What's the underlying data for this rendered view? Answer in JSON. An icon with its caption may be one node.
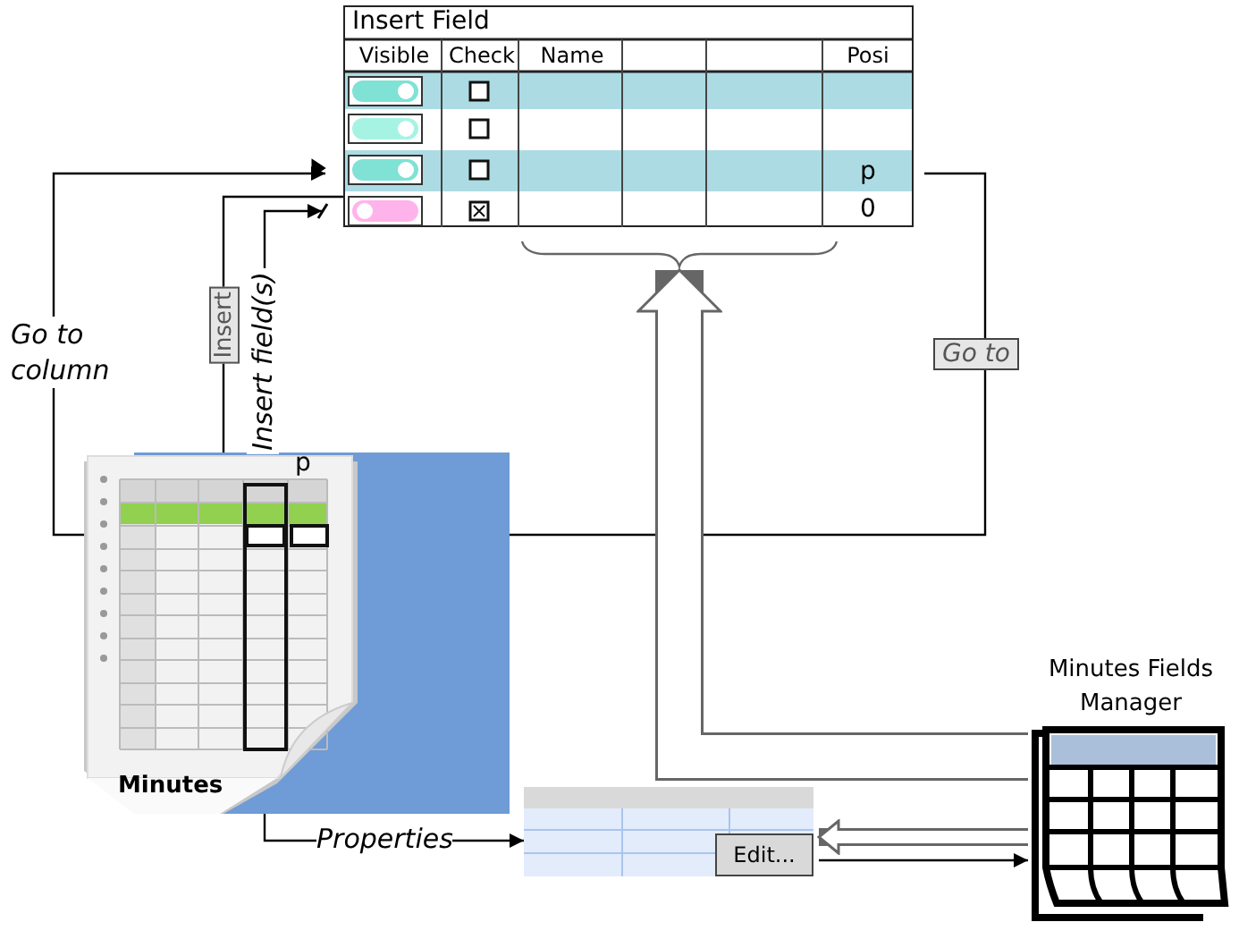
{
  "diagram": {
    "nodes": [
      {
        "text": [
          "Insert Field"
        ]
      },
      {
        "text": [
          "Minutes"
        ]
      },
      {
        "text": [],
        "shape": "box",
        "in": 1
      },
      {
        "text": [],
        "shape": "box",
        "in": 2
      },
      {
        "text": [],
        "shape": "box",
        "in": 1
      },
      {
        "text": [
          "Edit..."
        ]
      },
      {
        "text": [
          "Minutes Fields Manager"
        ]
      }
    ],
    "edges": [
      {
        "from": 3,
        "to": 0,
        "arrow": "to",
        "label": "Go to column"
      },
      {
        "from": 0,
        "to": 1,
        "arrow": "to",
        "label": "Insert"
      },
      {
        "from": 2,
        "to": 0,
        "arrow": "to",
        "label": "Insert field(s)"
      },
      {
        "from": 0,
        "to": 4,
        "arrow": "to",
        "label": "Go to"
      },
      {
        "from": 2,
        "to": 5,
        "arrow": "to",
        "label": "Properties"
      },
      {
        "from": 6,
        "to": 0,
        "arrow": "to",
        "style": "thick",
        "color": "#666666"
      },
      {
        "from": 6,
        "to": 5,
        "arrow": "to",
        "style": "thick",
        "color": "#666666"
      },
      {
        "from": 5,
        "to": 6,
        "arrow": "to"
      }
    ],
    "labels": [
      "Visible",
      "Check",
      "Name",
      "Posi",
      "p",
      "0",
      "p"
    ]
  }
}
